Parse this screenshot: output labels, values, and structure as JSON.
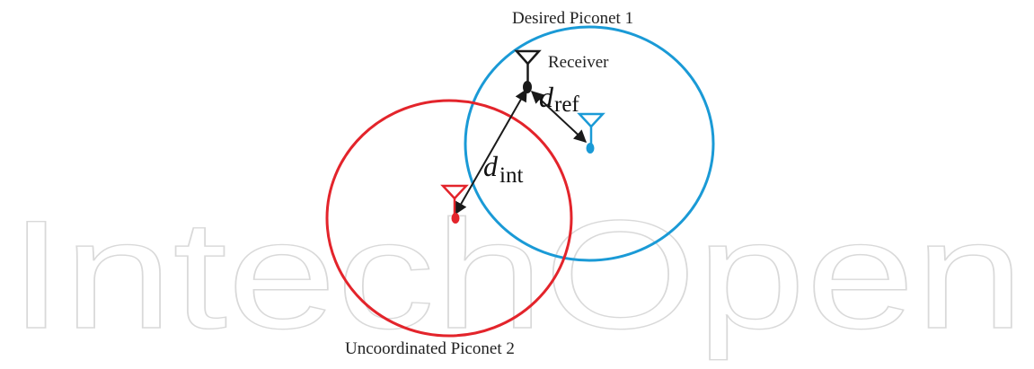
{
  "watermark": "IntechOpen",
  "labels": {
    "desired_piconet": "Desired Piconet 1",
    "uncoordinated_piconet": "Uncoordinated Piconet 2",
    "receiver": "Receiver"
  },
  "distances": {
    "ref": {
      "symbol": "d",
      "subscript": "ref"
    },
    "int": {
      "symbol": "d",
      "subscript": "int"
    }
  },
  "colors": {
    "desired": "#1a9ad6",
    "uncoordinated": "#e3242b",
    "receiver": "#1a1a1a",
    "arrow": "#1a1a1a",
    "watermark": "#d9d9d9"
  },
  "icons": {
    "receiver": "antenna-icon",
    "desired_transmitter": "antenna-icon",
    "interferer": "antenna-icon"
  }
}
